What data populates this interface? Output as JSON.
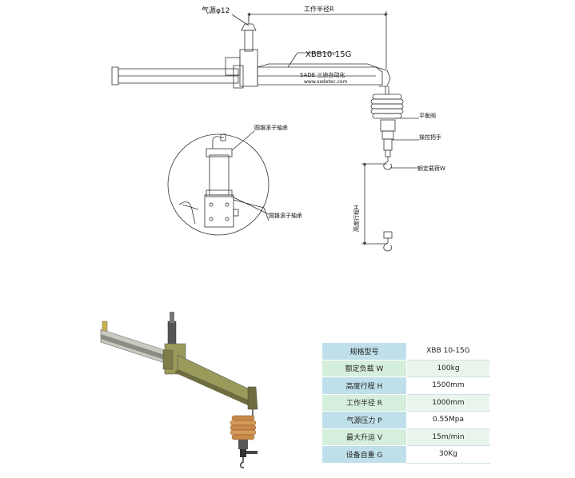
{
  "drawing": {
    "model_label": "XBB10-15G",
    "brand_line1": "SADE 三迪自动化",
    "brand_line2": "www.sadetec.com",
    "air_source_label": "气源φ12",
    "working_radius_label": "工作半径R",
    "balance_valve_label": "平衡阀",
    "handle_label": "操控把手",
    "rated_load_label": "额定载荷W",
    "height_travel_label": "高度行程H",
    "bearing_upper_label": "圆锥滚子轴承",
    "bearing_lower_label": "圆锥滚子轴承"
  },
  "specs": {
    "rows": [
      {
        "key": "规格型号",
        "value": "XBB  10-15G"
      },
      {
        "key": "额定负载 W",
        "value": "100kg"
      },
      {
        "key": "高度行程 H",
        "value": "1500mm"
      },
      {
        "key": "工作半径 R",
        "value": "1000mm"
      },
      {
        "key": "气源压力 P",
        "value": "0.55Mpa"
      },
      {
        "key": "最大升运 V",
        "value": "15m/min"
      },
      {
        "key": "设备自重 G",
        "value": "30Kg"
      }
    ]
  },
  "colors": {
    "line": "#333333",
    "arm_olive": "#9a9a5a",
    "arm_dark": "#6d6d40",
    "coil_copper": "#c88a4a",
    "table_key_blue": "#bfe0ea",
    "table_key_green": "#d6eedc"
  }
}
